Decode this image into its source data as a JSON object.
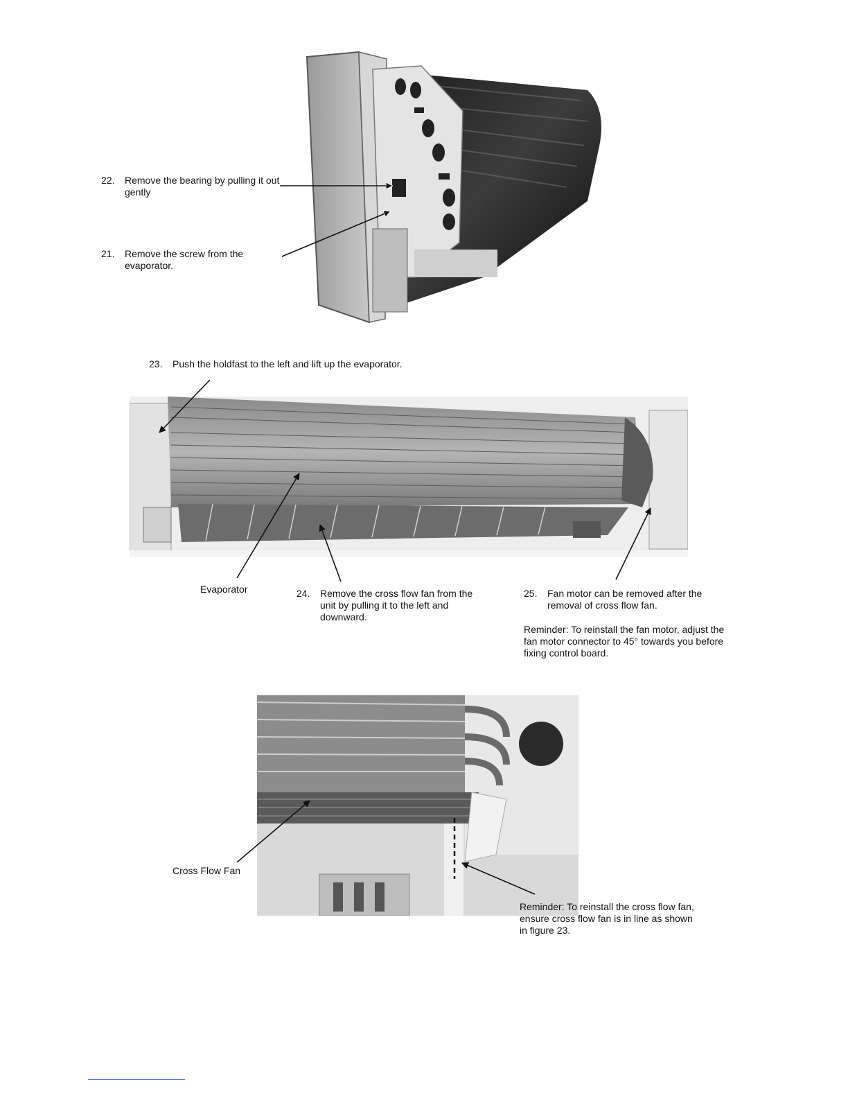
{
  "steps": {
    "s22": {
      "num": "22.",
      "text": "Remove the bearing by pulling it out gently"
    },
    "s21": {
      "num": "21.",
      "text": "Remove the screw from the evaporator."
    },
    "s23": {
      "num": "23.",
      "text": "Push the holdfast to the left and lift up the evaporator."
    },
    "s24": {
      "num": "24.",
      "text": "Remove the cross flow fan from the unit by pulling it to the left and downward."
    },
    "s25": {
      "num": "25.",
      "text": "Fan motor can be removed after the removal of cross flow fan."
    }
  },
  "labels": {
    "evaporator": "Evaporator",
    "cross_flow_fan": "Cross Flow Fan"
  },
  "reminders": {
    "fan_motor": "Reminder: To reinstall the fan motor, adjust the fan motor connector to 45° towards you before fixing control board.",
    "cross_flow_fan": "Reminder: To reinstall the cross flow fan, ensure cross flow fan is in line as shown in figure 23."
  },
  "colors": {
    "footer_rule": "#4a6fd0"
  }
}
